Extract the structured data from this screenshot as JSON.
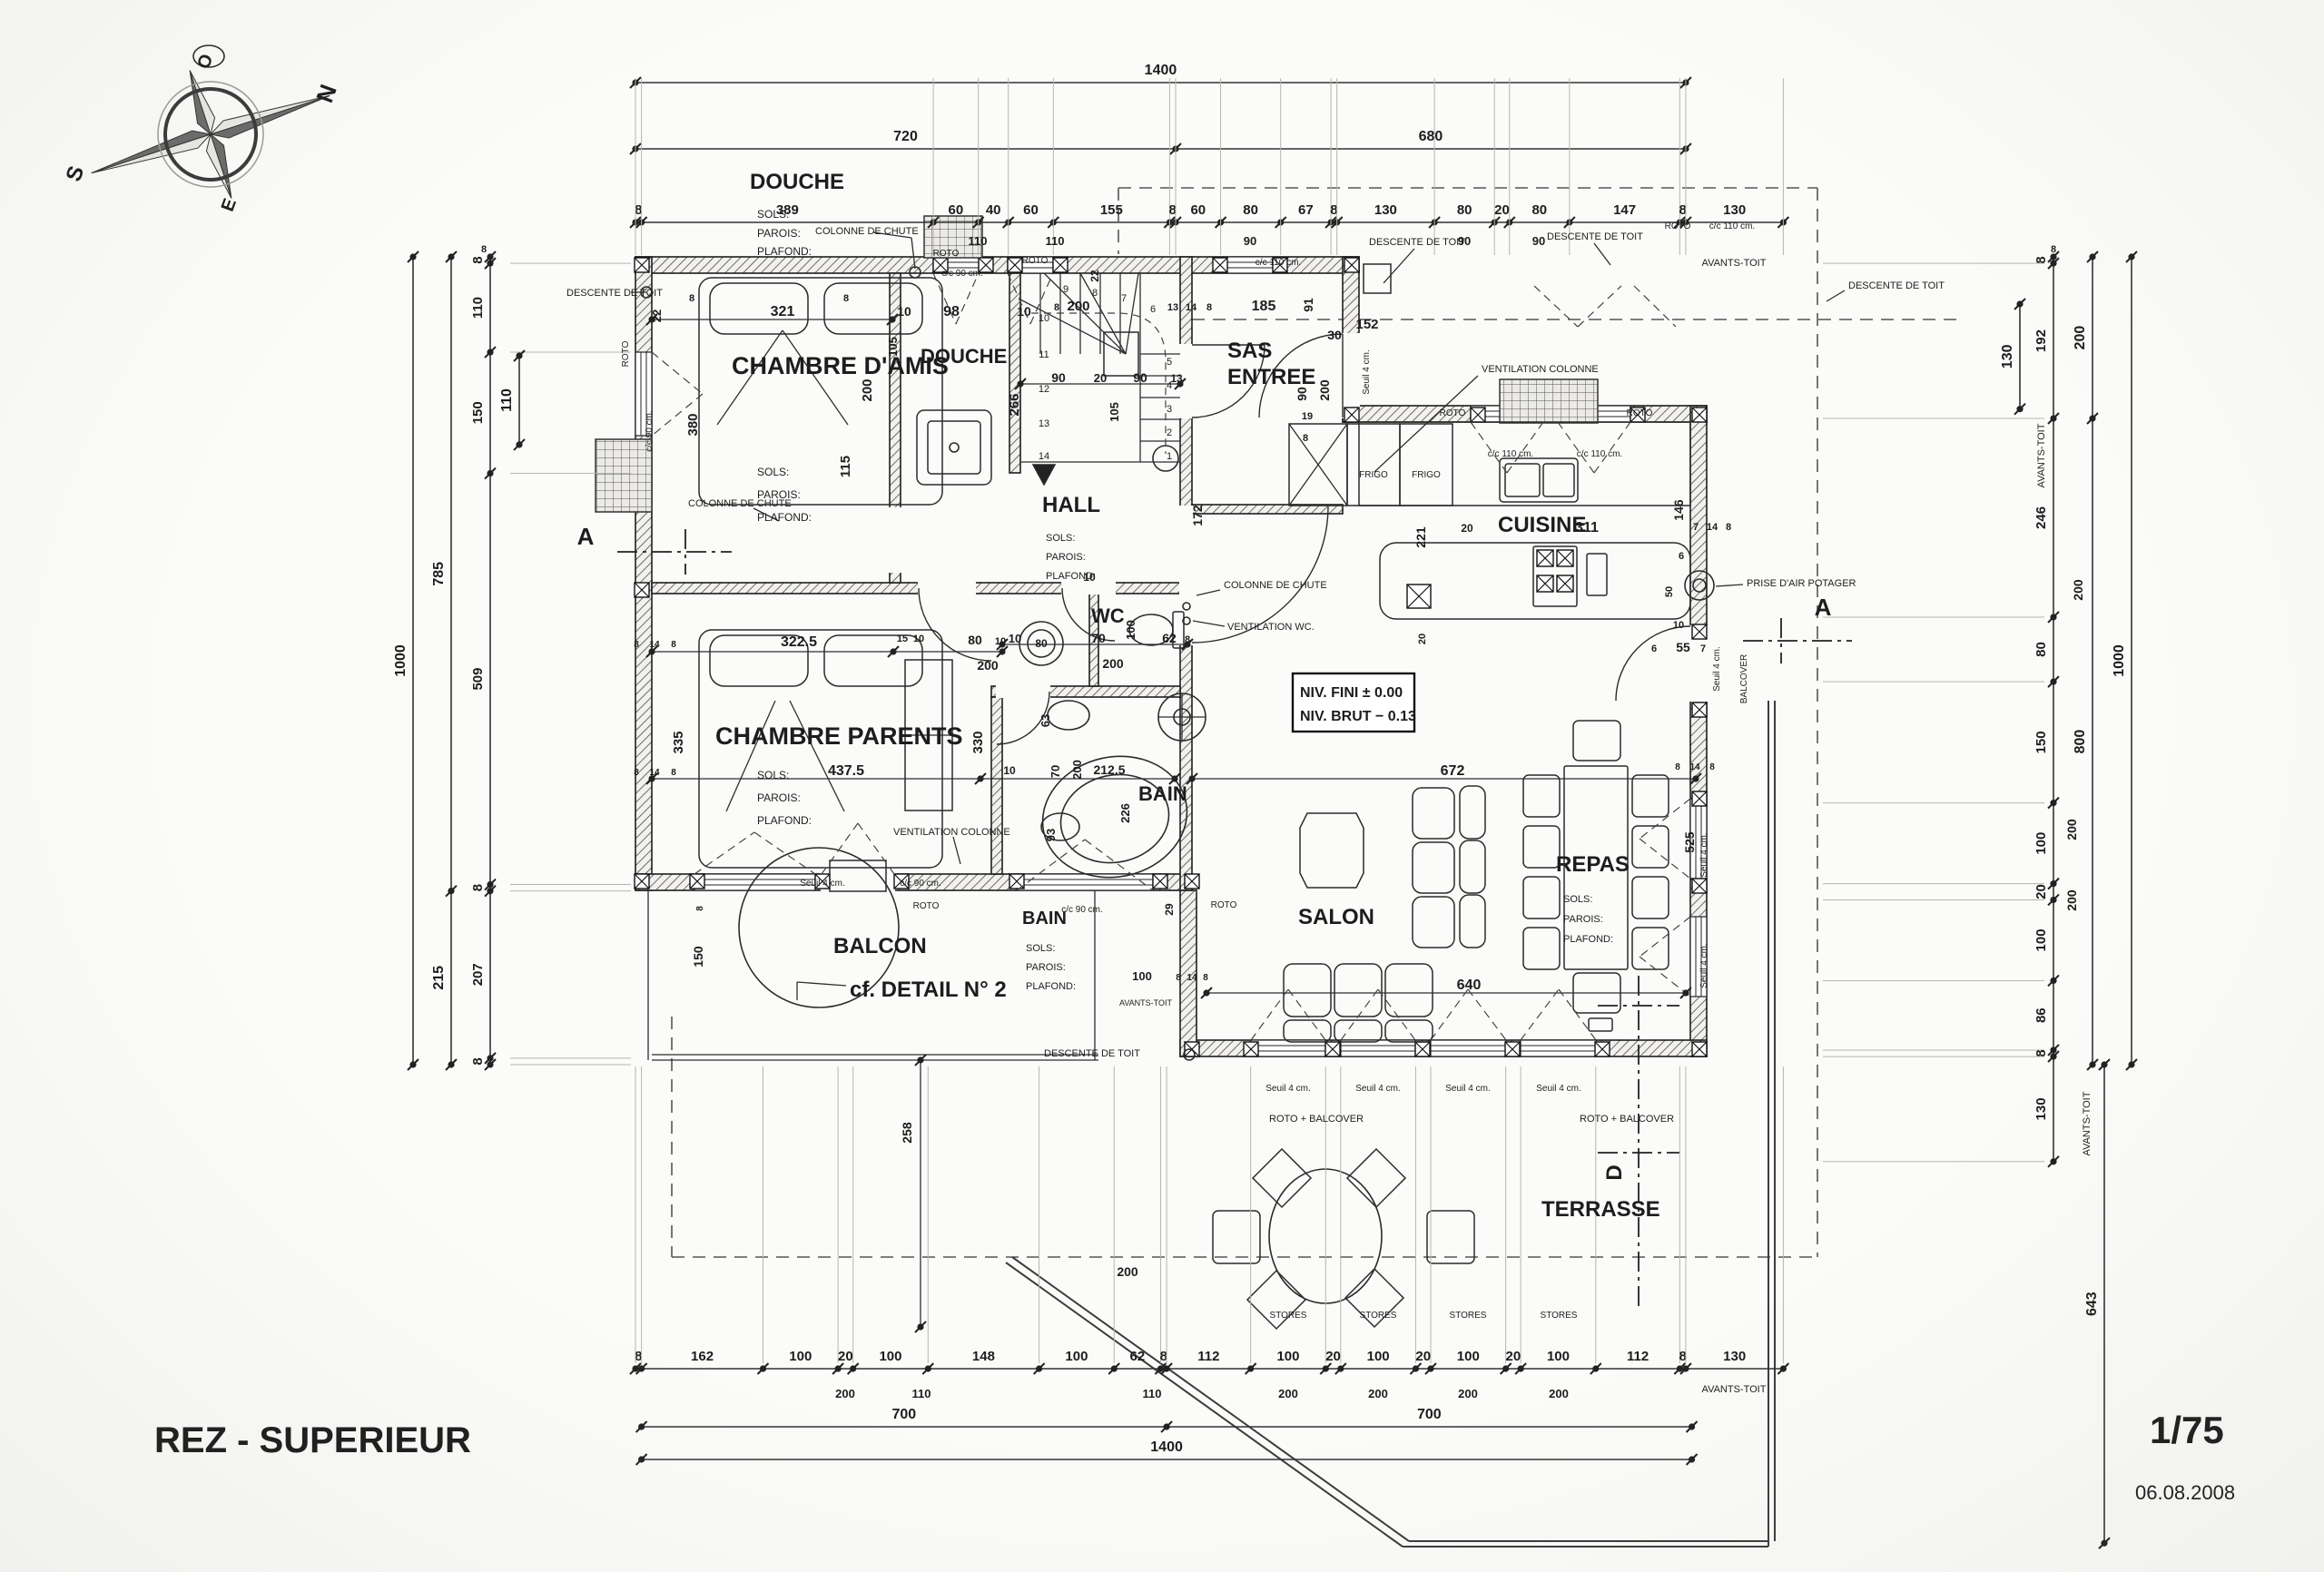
{
  "meta": {
    "title": "REZ - SUPERIEUR",
    "scale_label": "1/75",
    "date": "06.08.2008"
  },
  "compass": {
    "n": "N",
    "s": "S",
    "e": "E",
    "o": "O"
  },
  "levels": {
    "fini": "NIV. FINI ± 0.00",
    "brut": "NIV. BRUT − 0.13"
  },
  "labels": {
    "douche": "DOUCHE",
    "chambre_amis": "CHAMBRE D'AMIS",
    "chambre_parents": "CHAMBRE PARENTS",
    "hall": "HALL",
    "wc": "WC",
    "bain": "BAIN",
    "sas1": "SAS",
    "sas2": "ENTREE",
    "cuisine": "CUISINE",
    "salon": "SALON",
    "repas": "REPAS",
    "balcon": "BALCON",
    "terrasse": "TERRASSE",
    "cf_detail": "cf. DETAIL N° 2",
    "sols": "SOLS:",
    "parois": "PAROIS:",
    "plafond": "PLAFOND:",
    "roto": "ROTO",
    "roto_balcover": "ROTO + BALCOVER",
    "balcover": "BALCOVER",
    "cc90": "c/c 90 cm.",
    "cc110": "c/c 110 cm.",
    "seuil": "Seuil 4 cm.",
    "stores": "STORES",
    "frigo": "FRIGO",
    "descente": "DESCENTE DE TOIT",
    "colonne": "COLONNE DE CHUTE",
    "vent_col": "VENTILATION COLONNE",
    "vent_wc": "VENTILATION WC.",
    "prise": "PRISE D'AIR POTAGER",
    "avants": "AVANTS-TOIT",
    "a": "A",
    "d": "D",
    "v1": "1",
    "v2": "2",
    "v3": "3",
    "v4": "4",
    "v5": "5",
    "v6": "6",
    "v7": "7",
    "v8": "8",
    "v9": "9",
    "v10": "10",
    "v11": "11",
    "v12": "12",
    "v13": "13",
    "v14": "14",
    "v15": "15",
    "v19": "19",
    "v20": "20",
    "v22": "22",
    "v29": "29",
    "v30": "30",
    "v50": "50",
    "v55": "55",
    "v62": "62",
    "v63": "63",
    "v70": "70",
    "v80": "80",
    "v86": "86",
    "v90": "90",
    "v91": "91",
    "v93": "93",
    "v98": "98",
    "v100": "100",
    "v105": "105",
    "v110": "110",
    "v112": "112",
    "v115": "115",
    "v130": "130",
    "v146": "146",
    "v148": "148",
    "v150": "150",
    "v152": "152",
    "v162": "162",
    "v172": "172",
    "v185": "185",
    "v192": "192",
    "v200": "200",
    "v207": "207",
    "v212": "212.5",
    "v215": "215",
    "v221": "221",
    "v226": "226",
    "v246": "246",
    "v258": "258",
    "v266": "266",
    "v311": "311",
    "v321": "321",
    "v322": "322.5",
    "v330": "330",
    "v335": "335",
    "v380": "380",
    "v389": "389",
    "v437": "437.5",
    "v509": "509",
    "v525": "525",
    "v640": "640",
    "v643": "643",
    "v672": "672",
    "v680": "680",
    "v700": "700",
    "v720": "720",
    "v785": "785",
    "v800": "800",
    "v1000": "1000",
    "v1400": "1400"
  },
  "chains": {
    "top1": {
      "values": [
        "1400"
      ]
    },
    "top2": {
      "values": [
        "720",
        "680"
      ]
    },
    "top3": {
      "values": [
        "8",
        "389",
        "60",
        "40",
        "60",
        "155",
        "8",
        "60",
        "80",
        "67",
        "8",
        "130",
        "80",
        "20",
        "80",
        "147",
        "8",
        "130"
      ]
    },
    "bottom1": {
      "values": [
        "8",
        "162",
        "100",
        "20",
        "100",
        "148",
        "100",
        "62",
        "8",
        "112",
        "100",
        "20",
        "100",
        "20",
        "100",
        "20",
        "100",
        "112",
        "8",
        "130"
      ]
    },
    "bottom2": {
      "values": [
        "700",
        "700"
      ]
    },
    "bottom3": {
      "values": [
        "1400"
      ]
    },
    "left1": {
      "values": [
        "1000"
      ]
    },
    "left2": {
      "values": [
        "785",
        "215"
      ]
    },
    "left3": {
      "values": [
        "8",
        "110",
        "150",
        "509",
        "8",
        "207",
        "8"
      ]
    },
    "left3b": {
      "values": [
        "110"
      ]
    },
    "right1": {
      "values": [
        "8",
        "192",
        "246",
        "80",
        "150",
        "100",
        "20",
        "100",
        "86",
        "8",
        "130"
      ]
    },
    "right1b": {
      "values": [
        "130"
      ]
    },
    "right2": {
      "values": [
        "200",
        "800"
      ]
    },
    "right3": {
      "values": [
        "1000"
      ]
    },
    "right4": {
      "values": [
        "643"
      ]
    }
  }
}
